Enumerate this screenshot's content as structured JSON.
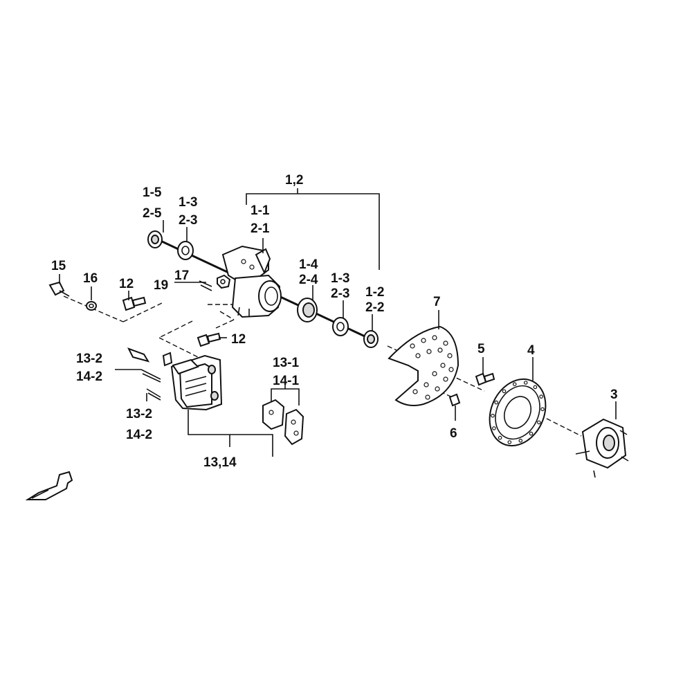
{
  "labels": {
    "l_1_2_group": "1,2",
    "l_1_1": "1-1",
    "l_2_1": "2-1",
    "l_1_5": "1-5",
    "l_2_5": "2-5",
    "l_1_3a": "1-3",
    "l_2_3a": "2-3",
    "l_1_4": "1-4",
    "l_2_4": "2-4",
    "l_1_3b": "1-3",
    "l_2_3b": "2-3",
    "l_1_2": "1-2",
    "l_2_2": "2-2",
    "l_15": "15",
    "l_16": "16",
    "l_12a": "12",
    "l_17": "17",
    "l_19": "19",
    "l_12b": "12",
    "l_7": "7",
    "l_5": "5",
    "l_4": "4",
    "l_3": "3",
    "l_6": "6",
    "l_13_2a": "13-2",
    "l_14_2a": "14-2",
    "l_13_2b": "13-2",
    "l_14_2b": "14-2",
    "l_13_1": "13-1",
    "l_14_1": "14-1",
    "l_13_14": "13,14"
  }
}
